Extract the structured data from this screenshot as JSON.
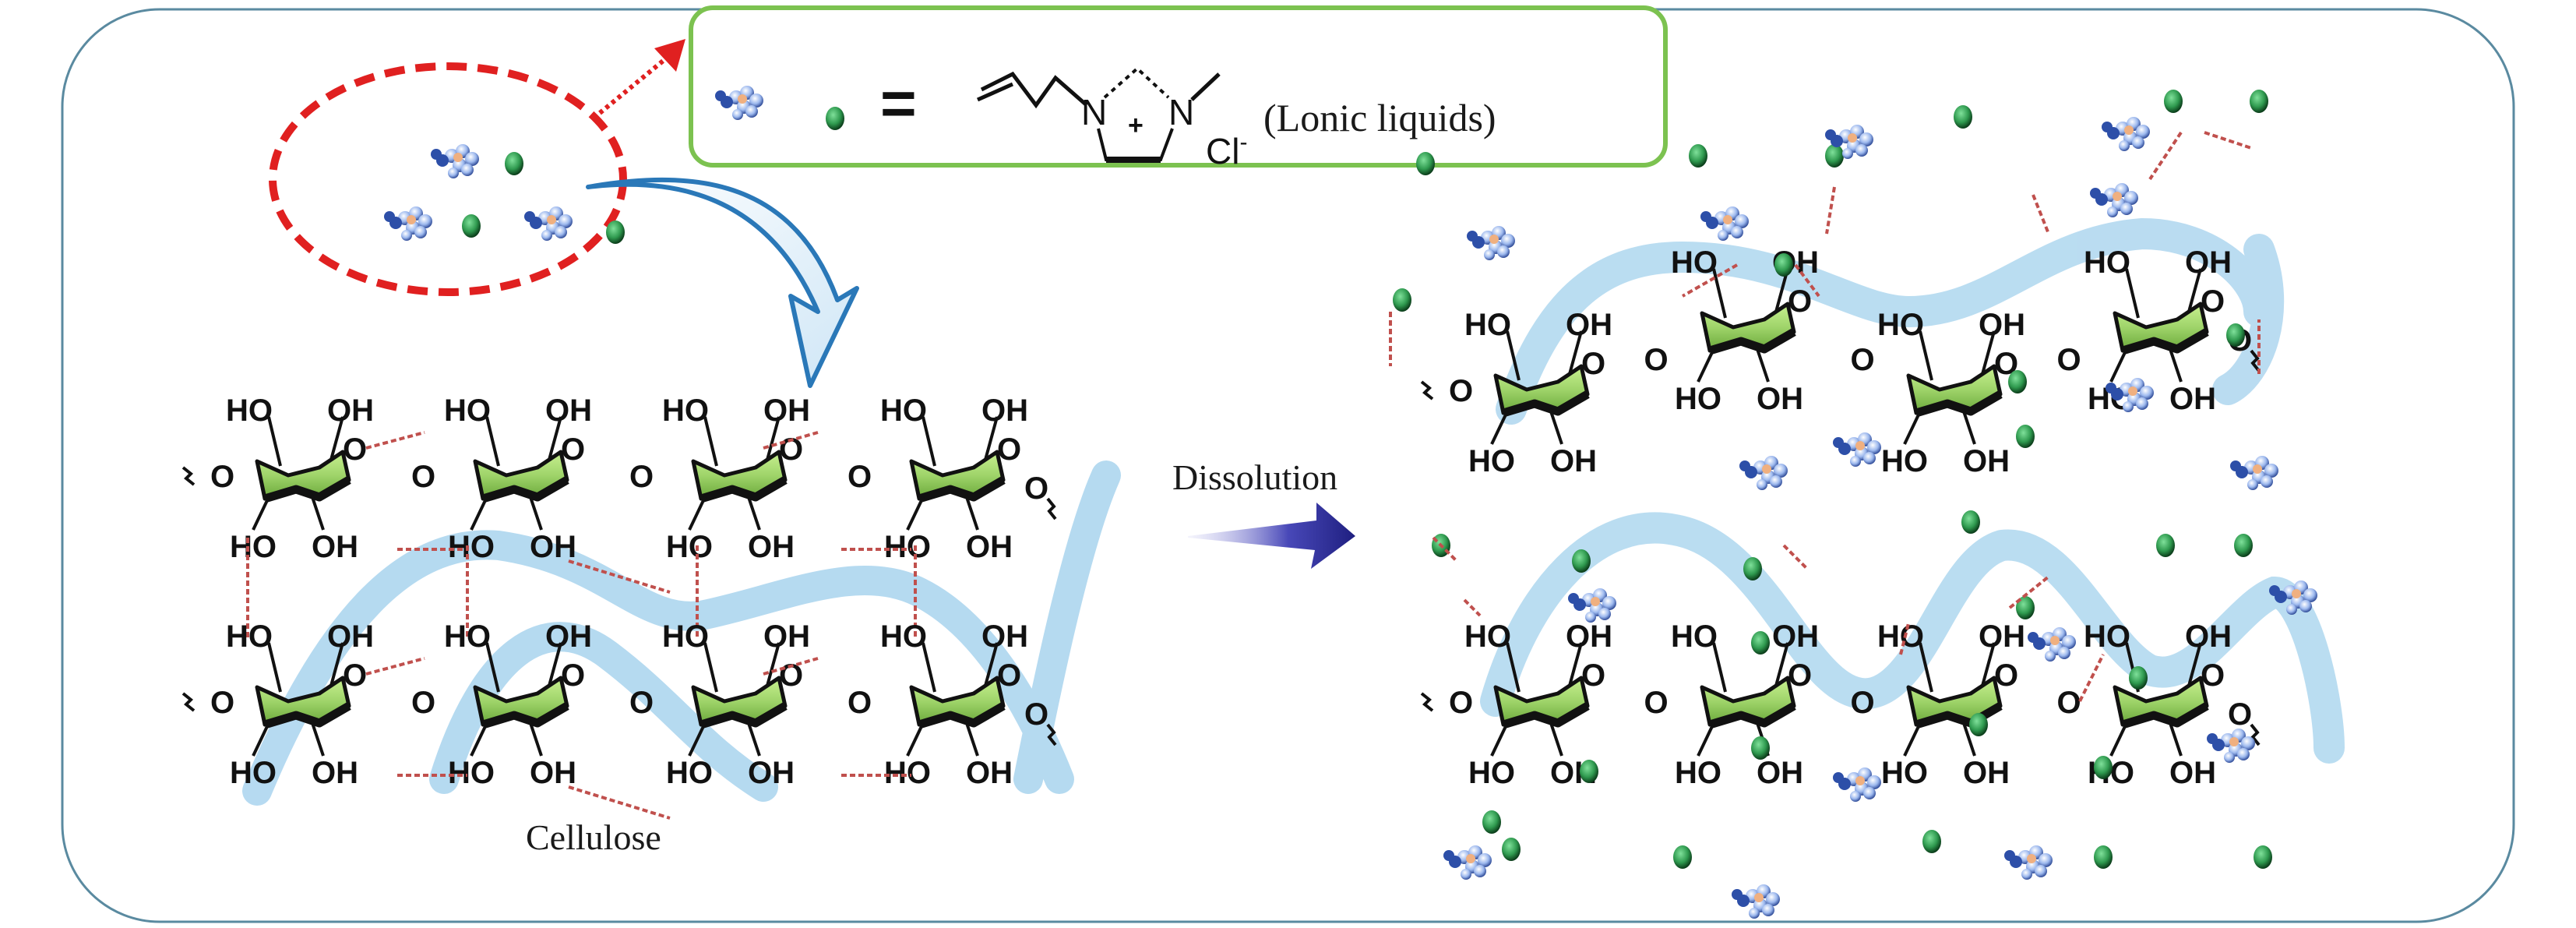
{
  "figure": {
    "title": "Dissolution of cellulose in ionic liquids",
    "colors": {
      "frame": "#5a8aa0",
      "legend_border": "#7cc250",
      "cluster_ring": "#e02020",
      "hbond": "#c0504d",
      "ring_fill": "#9fd46a",
      "ribbon": "#a9d4ee",
      "anion": "#2f9a4f",
      "cation": "#2d4fa8",
      "process_arrow": "#3a3aa8",
      "curved_arrow": "#2a78b8"
    }
  },
  "legend": {
    "equals": "=",
    "n1": "N",
    "n2": "N",
    "plus": "+",
    "counter_ion": "Cl",
    "counter_ion_charge": "-",
    "caption": "(Lonic liquids)"
  },
  "left_panel": {
    "label": "Cellulose",
    "units_per_chain": 4,
    "chains": 2
  },
  "process": {
    "label": "Dissolution"
  },
  "right_panel": {
    "units_per_chain": 4,
    "chains": 2
  },
  "atoms": {
    "OH": "OH",
    "HO": "HO",
    "O": "O",
    "H": "H"
  }
}
